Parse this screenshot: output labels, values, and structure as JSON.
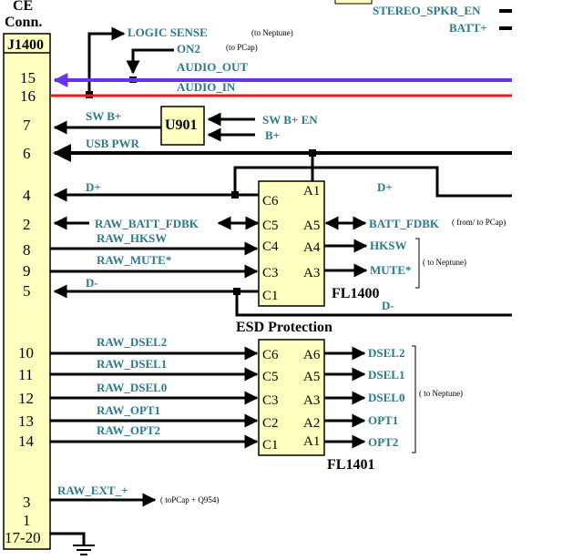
{
  "connector": {
    "title_line1": "CE",
    "title_line2": "Conn.",
    "ref": "J1400",
    "pins": [
      {
        "label": "15"
      },
      {
        "label": "16"
      },
      {
        "label": "7"
      },
      {
        "label": "6"
      },
      {
        "label": "4"
      },
      {
        "label": "2"
      },
      {
        "label": "8"
      },
      {
        "label": "9"
      },
      {
        "label": "5"
      },
      {
        "label": "10"
      },
      {
        "label": "11"
      },
      {
        "label": "12"
      },
      {
        "label": "13"
      },
      {
        "label": "14"
      },
      {
        "label": "3"
      },
      {
        "label": "1"
      },
      {
        "label": "17-20"
      }
    ]
  },
  "top_signals": {
    "stereo_spkr_en": "STEREO_SPKR_EN",
    "batt_plus": "BATT+",
    "logic_sense": "LOGIC SENSE",
    "logic_sense_note": "(to Neptune)",
    "on2": "ON2",
    "on2_note": "(to PCap)",
    "audio_out": "AUDIO_OUT",
    "audio_in": "AUDIO_IN"
  },
  "u901": {
    "label": "U901",
    "sw_b_plus": "SW B+",
    "sw_b_plus_en": "SW B+ EN",
    "b_plus": "B+"
  },
  "usb": {
    "usb_pwr": "USB PWR",
    "d_plus_left": "D+",
    "d_plus_right": "D+",
    "d_minus_left": "D-",
    "d_minus_right": "D-"
  },
  "fl1400": {
    "label": "FL1400",
    "caption": "ESD Protection",
    "left_pins": [
      "C6",
      "C5",
      "C4",
      "C3",
      "C1"
    ],
    "right_pins": [
      "A1",
      "A5",
      "A4",
      "A3"
    ],
    "inputs": [
      "RAW_BATT_FDBK",
      "RAW_HKSW",
      "RAW_MUTE*"
    ],
    "outputs": [
      "BATT_FDBK",
      "HKSW",
      "MUTE*"
    ],
    "batt_note": "( from/ to PCap)",
    "neptune_note": "( to Neptune)"
  },
  "fl1401": {
    "label": "FL1401",
    "left_pins": [
      "C6",
      "C5",
      "C3",
      "C2",
      "C1"
    ],
    "right_pins": [
      "A6",
      "A5",
      "A3",
      "A2",
      "A1"
    ],
    "inputs": [
      "RAW_DSEL2",
      "RAW_DSEL1",
      "RAW_DSEL0",
      "RAW_OPT1",
      "RAW_OPT2"
    ],
    "outputs": [
      "DSEL2",
      "DSEL1",
      "DSEL0",
      "OPT1",
      "OPT2"
    ],
    "neptune_note": "( to Neptune)"
  },
  "ext": {
    "raw_ext": "RAW_EXT_+",
    "note": "( toPCap + Q954)"
  },
  "colors": {
    "signal_text": "#2a7a8c",
    "connector_fill": "#ffffc0",
    "audio_out_line": "#6633ee",
    "audio_in_line": "#ff1111"
  }
}
